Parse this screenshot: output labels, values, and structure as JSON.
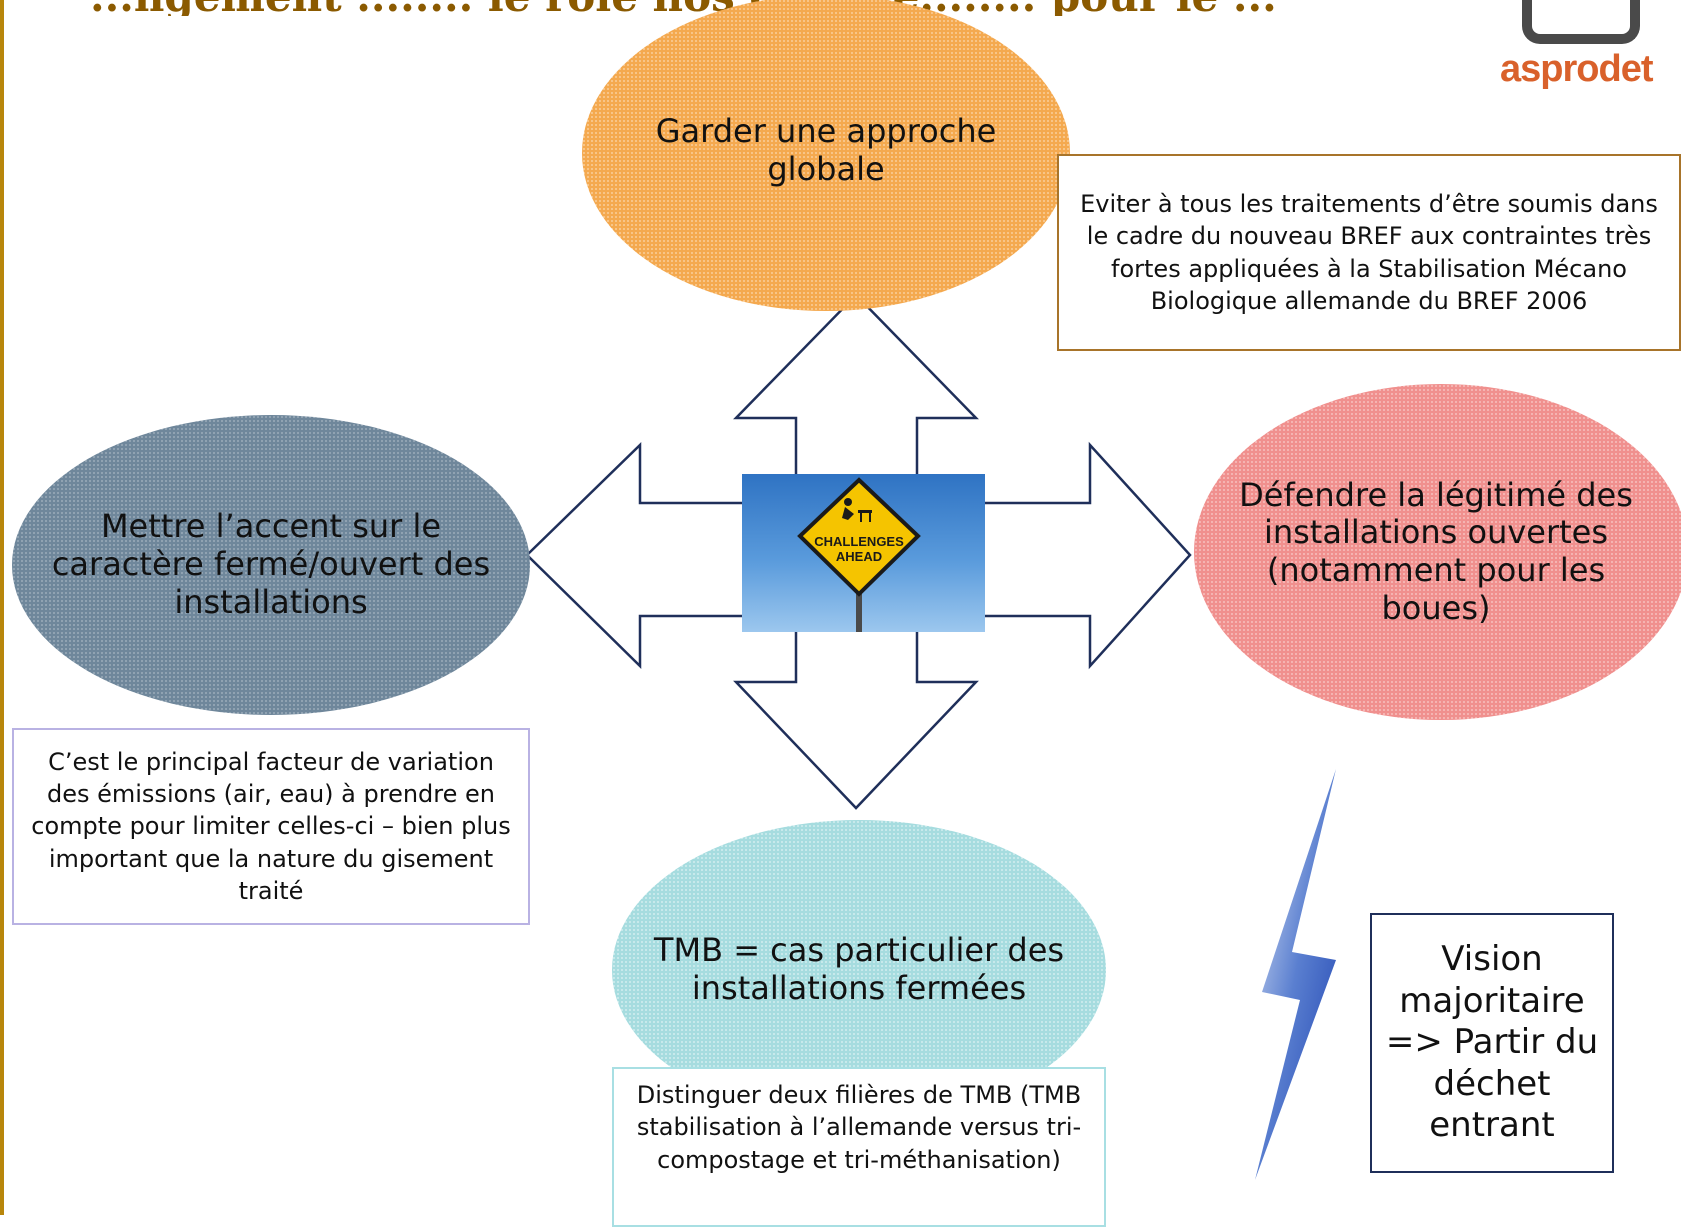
{
  "title": "...ngement ........ le rôle nos change........ pour le ...",
  "logo": {
    "text": "asprodet"
  },
  "bubbles": {
    "top": "Garder une approche globale",
    "left": "Mettre l’accent sur le caractère fermé/ouvert des installations",
    "right": "Défendre la légitimé des installations ouvertes (notamment pour les boues)",
    "bottom": "TMB = cas particulier des installations fermées"
  },
  "notes": {
    "top": "Eviter à tous les traitements d’être soumis dans le cadre du nouveau BREF aux contraintes très fortes appliquées à la Stabilisation Mécano Biologique allemande du BREF 2006",
    "left": "C’est le principal facteur de variation des émissions (air, eau) à prendre en compte pour limiter celles-ci – bien plus important que la nature du gisement traité",
    "bottom": "Distinguer deux filières de TMB (TMB stabilisation à l’allemande versus tri-compostage et tri-méthanisation)"
  },
  "vision": "Vision majoritaire => Partir du déchet entrant",
  "sign": {
    "line1": "CHALLENGES",
    "line2": "AHEAD"
  },
  "colors": {
    "top": "#f4a94f",
    "left": "#6f879b",
    "right": "#f0908e",
    "bottom": "#a6dcdf",
    "arrow_stroke": "#1f2f5a",
    "title": "#8b5a00",
    "logo": "#d9612b"
  }
}
